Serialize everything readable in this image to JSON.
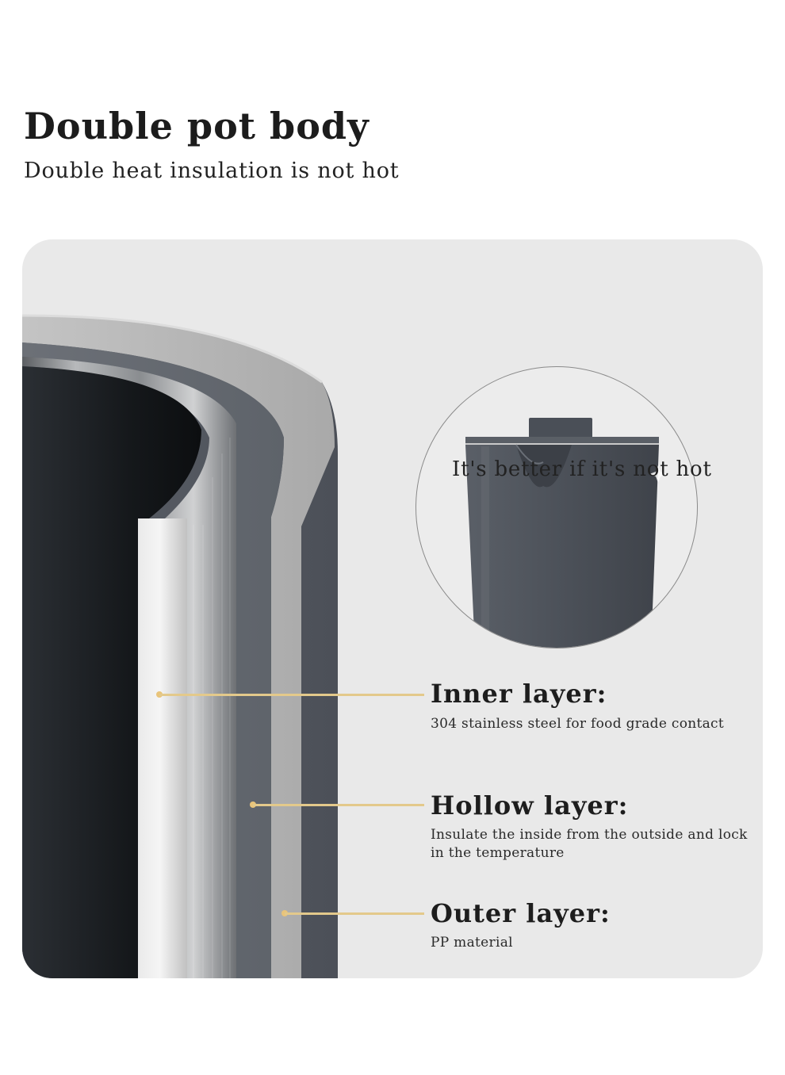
{
  "header": {
    "title": "Double pot body",
    "subtitle": "Double heat insulation is not hot"
  },
  "inset": {
    "caption": "It's better if it's not hot"
  },
  "layers": [
    {
      "title": "Inner layer:",
      "description": "304 stainless steel for food grade contact"
    },
    {
      "title": "Hollow layer:",
      "description": "Insulate the inside from the outside and lock in the temperature"
    },
    {
      "title": "Outer layer:",
      "description": "PP material"
    }
  ],
  "colors": {
    "background": "#ffffff",
    "panel": "#e9e9e9",
    "leader_line": "#e3c98b",
    "kettle_body": "#50555d"
  }
}
